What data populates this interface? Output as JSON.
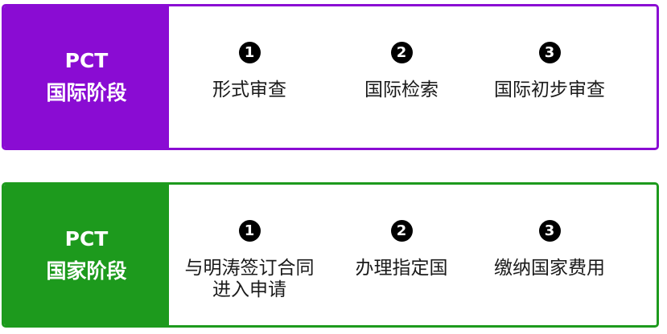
{
  "colors": {
    "international_accent": "#8a0cd3",
    "national_accent": "#1d9a1d"
  },
  "international": {
    "label_line1": "PCT",
    "label_line2": "国际阶段",
    "steps": [
      {
        "number": "1",
        "text_line1": "形式审查",
        "text_line2": ""
      },
      {
        "number": "2",
        "text_line1": "国际检索",
        "text_line2": ""
      },
      {
        "number": "3",
        "text_line1": "国际初步审查",
        "text_line2": ""
      }
    ]
  },
  "national": {
    "label_line1": "PCT",
    "label_line2": "国家阶段",
    "steps": [
      {
        "number": "1",
        "text_line1": "与明涛签订合同",
        "text_line2": "进入申请"
      },
      {
        "number": "2",
        "text_line1": "办理指定国",
        "text_line2": ""
      },
      {
        "number": "3",
        "text_line1": "缴纳国家费用",
        "text_line2": ""
      }
    ]
  }
}
